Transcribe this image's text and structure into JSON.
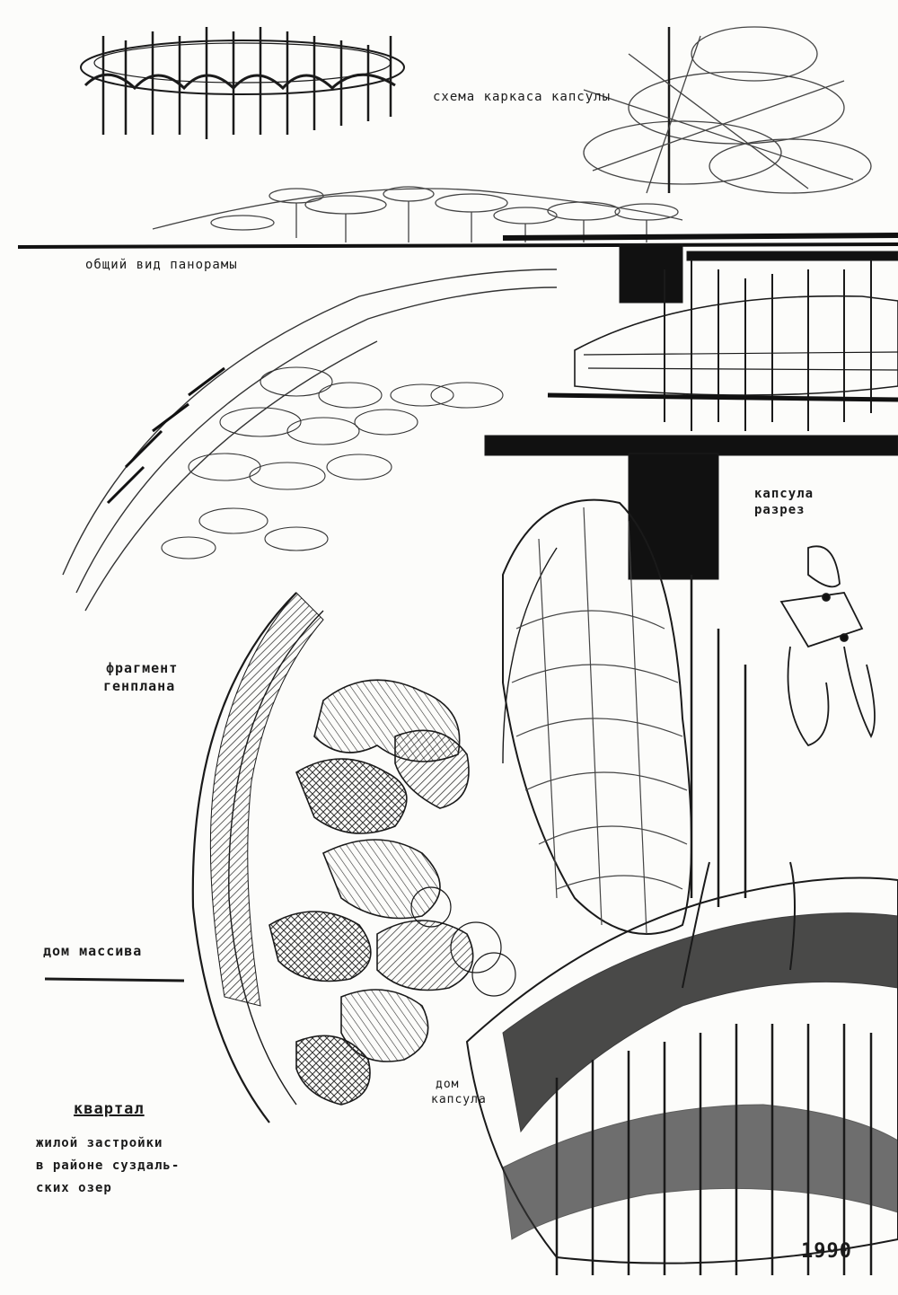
{
  "labels": {
    "capsule_frame": "схема каркаса капсулы",
    "panorama": "общий вид панорамы",
    "capsule_section_line1": "капсула",
    "capsule_section_line2": "разрез",
    "fragment_line1": "фрагмент",
    "fragment_line2": "генплана",
    "mass_house": "дом массива",
    "house_capsule_line1": "дом",
    "house_capsule_line2": "капсула",
    "quarter_title": "квартал",
    "quarter_desc_line1": "жилой застройки",
    "quarter_desc_line2": "в районе суздаль-",
    "quarter_desc_line3": "ских озер",
    "year": "1990"
  },
  "colors": {
    "paper": "#fcfcfa",
    "ink": "#1a1a1a",
    "pencil": "#555555"
  }
}
